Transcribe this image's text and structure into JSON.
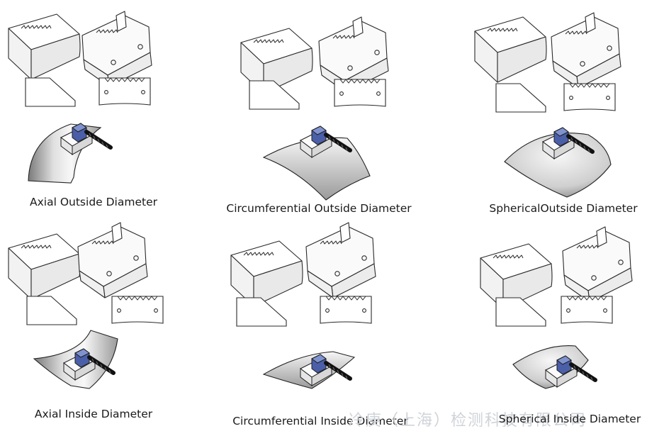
{
  "captions": [
    "Axial Outside Diameter",
    "Circumferential Outside Diameter",
    "SphericalOutside Diameter",
    "Axial Inside Diameter",
    "Circumferential Inside Diameter",
    "Spherical Inside Diameter"
  ],
  "watermark": "冷庚（上海）检测科技有限公司",
  "colors": {
    "line": "#2a2a2a",
    "probe_blue": "#4a5fa8",
    "metal_light": "#f4f4f4",
    "metal_dark": "#8a8a8a"
  }
}
